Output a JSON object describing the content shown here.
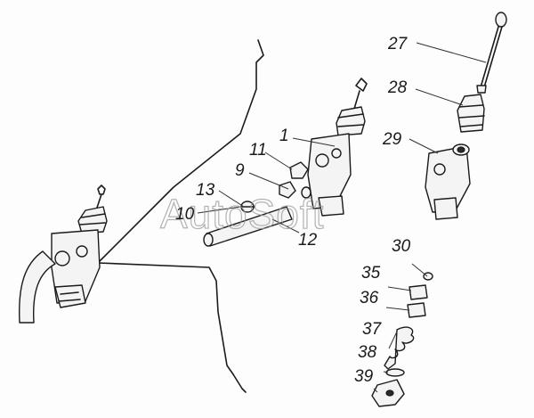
{
  "watermark": "AutoSoft",
  "callouts": [
    {
      "id": "c1",
      "label": "1"
    },
    {
      "id": "c9",
      "label": "9"
    },
    {
      "id": "c10",
      "label": "10"
    },
    {
      "id": "c11",
      "label": "11"
    },
    {
      "id": "c12",
      "label": "12"
    },
    {
      "id": "c13",
      "label": "13"
    },
    {
      "id": "c27",
      "label": "27"
    },
    {
      "id": "c28",
      "label": "28"
    },
    {
      "id": "c29",
      "label": "29"
    },
    {
      "id": "c30",
      "label": "30"
    },
    {
      "id": "c35",
      "label": "35"
    },
    {
      "id": "c36",
      "label": "36"
    },
    {
      "id": "c37",
      "label": "37"
    },
    {
      "id": "c38",
      "label": "38"
    },
    {
      "id": "c39",
      "label": "39"
    }
  ]
}
